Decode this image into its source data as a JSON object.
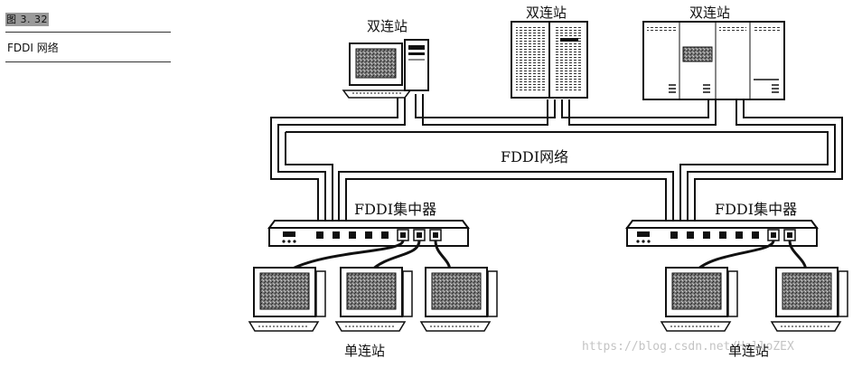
{
  "figure": {
    "number": "图 3. 32",
    "title": "FDDI 网络"
  },
  "labels": {
    "dual_station_left": "双连站",
    "dual_station_middle": "双连站",
    "dual_station_right": "双连站",
    "ring": "FDDI网络",
    "concentrator_left": "FDDI集中器",
    "concentrator_right": "FDDI集中器",
    "single_station_left": "单连站",
    "single_station_right": "单连站"
  },
  "watermark": "https://blog.csdn.net/HelloZEX"
}
